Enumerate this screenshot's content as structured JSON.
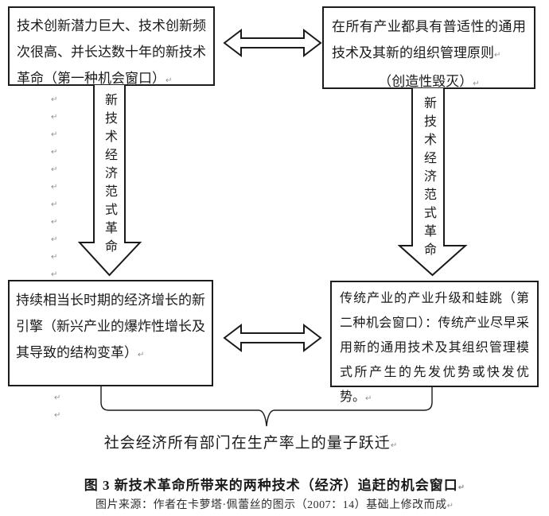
{
  "figure": {
    "boxes": {
      "top_left": {
        "text": "技术创新潜力巨大、技术创新频次很高、并长达数十年的新技术革命（第一种机会窗口）"
      },
      "top_right": {
        "line1": "在所有产业都具有普适性的通用技术及其新的组织管理原则",
        "line2": "（创造性毁灭）"
      },
      "bottom_left": {
        "text": "持续相当长时期的经济增长的新引擎（新兴产业的爆炸性增长及其导致的结构变革）"
      },
      "bottom_right": {
        "text": "传统产业的产业升级和蛙跳（第二种机会窗口）：传统产业尽早采用新的通用技术及其组织管理模式所产生的先发优势或快发优势。"
      }
    },
    "arrows": {
      "left_vertical_label": "新技术经济范式革命",
      "right_vertical_label": "新技术经济范式革命"
    },
    "brace_text": "社会经济所有部门在生产率上的量子跃迁",
    "caption": "图 3 新技术革命所带来的两种技术（经济）追赶的机会窗口",
    "source": "图片来源：作者在卡萝塔·佩蕾丝的图示（2007：14）基础上修改而成",
    "colors": {
      "line": "#1a1a1a",
      "text": "#1a1a1a",
      "mark": "#8f8f8f",
      "background": "#ffffff"
    }
  },
  "marks": {
    "pilcrow": "↵"
  }
}
